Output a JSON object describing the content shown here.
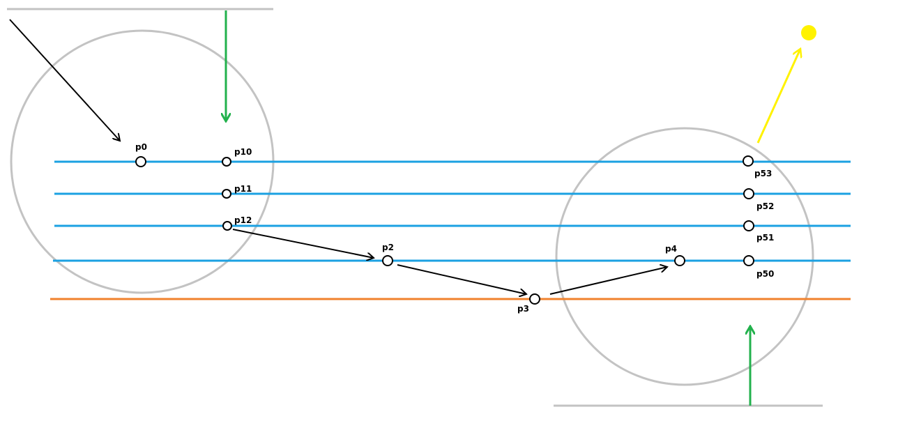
{
  "colors": {
    "background": "#ffffff",
    "circle": "#c3c3c3",
    "bar": "#c3c3c3",
    "blue_line": "#1ba1e2",
    "orange_line": "#f0822c",
    "green_arrow": "#22b14c",
    "black_arrow": "#000000",
    "yellow": "#fff200",
    "point_stroke": "#000000"
  },
  "points": {
    "p0": "p0",
    "p10": "p10",
    "p11": "p11",
    "p12": "p12",
    "p2": "p2",
    "p3": "p3",
    "p4": "p4",
    "p50": "p50",
    "p51": "p51",
    "p52": "p52",
    "p53": "p53"
  },
  "path_order": [
    "p12",
    "p2",
    "p3",
    "p4"
  ]
}
